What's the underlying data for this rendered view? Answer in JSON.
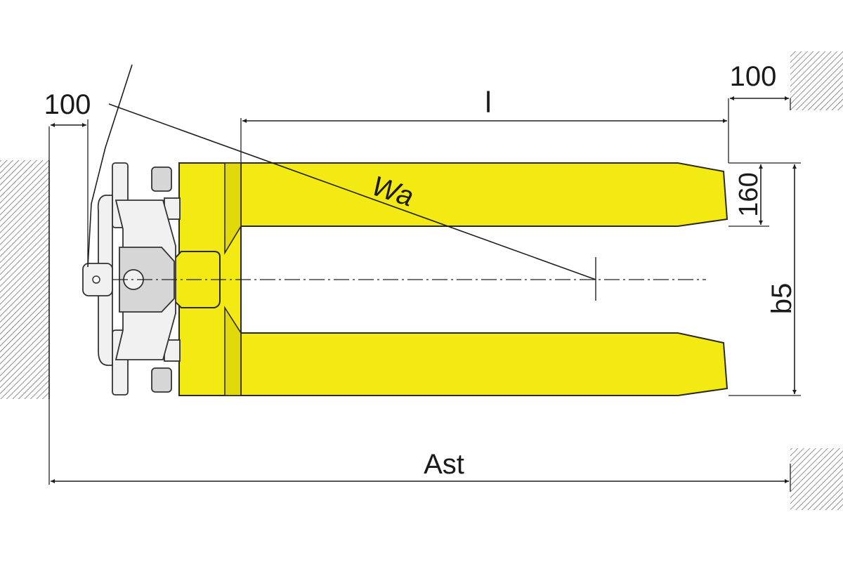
{
  "diagram": {
    "labels": {
      "clearance_left": "100",
      "clearance_right": "100",
      "fork_length": "l",
      "fork_width": "160",
      "turning_radius": "Wa",
      "overall_width": "b5",
      "aisle_width": "Ast"
    },
    "colors": {
      "fork_body": "#f2ea12",
      "outline": "#2a2a2a",
      "wall_hatch": "#555555",
      "background": "#ffffff"
    },
    "icons": [
      "wall-hatch-icon",
      "handle-icon",
      "wheel-icon",
      "arrow-icon"
    ]
  }
}
